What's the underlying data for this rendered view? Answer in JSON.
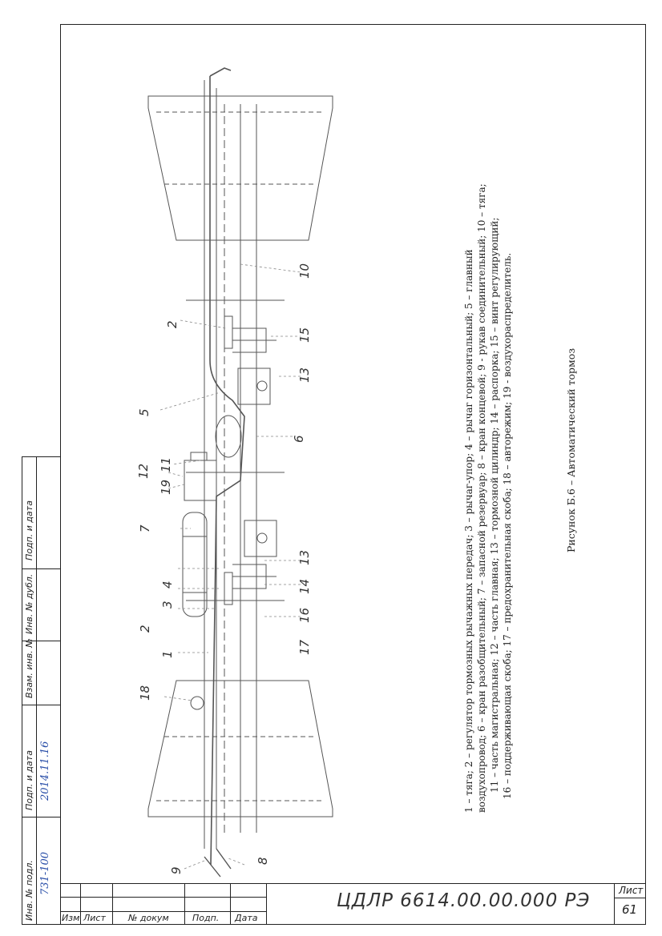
{
  "drawing": {
    "callouts": [
      "1",
      "2",
      "3",
      "4",
      "5",
      "6",
      "7",
      "8",
      "9",
      "10",
      "11",
      "12",
      "13",
      "14",
      "15",
      "16",
      "17",
      "18",
      "19",
      "2",
      "13"
    ]
  },
  "caption": {
    "legend_lines": [
      "1 – тяга; 2 – регулятор тормозных рычажных передач; 3 – рычаг-упор; 4 – рычаг горизонтальный; 5 – главный",
      "воздухопровод; 6 – кран разобщительный; 7 – запасной резервуар; 8 – кран концевой; 9 - рукав соединительный; 10 – тяга;",
      "11 – часть магистральная; 12 – часть главная; 13 – тормозной цилиндр; 14 – распорка; 15 – винт регулирующий;",
      "16 – поддерживающая скоба; 17 – предохранительная скоба; 18 – авторежим; 19 - воздухораспределитель."
    ],
    "figure_title": "Рисунок Б.6 – Автоматический тормоз"
  },
  "stamp": {
    "designation": "ЦДЛР 6614.00.00.000 РЭ",
    "sheet_label": "Лист",
    "sheet_number": "61",
    "col_izm": "Изм",
    "col_list": "Лист",
    "col_docnum": "№ докум",
    "col_sign": "Подп.",
    "col_date": "Дата"
  },
  "side_strip": {
    "inv_podl": "Инв. № подл.",
    "podp_data_1": "Подп. и дата",
    "vzam_inv": "Взам. инв. №",
    "inv_dubl": "Инв. № дубл.",
    "podp_data_2": "Подп. и дата",
    "handwritten_num": "731-100",
    "handwritten_date": "2014.11.16"
  }
}
